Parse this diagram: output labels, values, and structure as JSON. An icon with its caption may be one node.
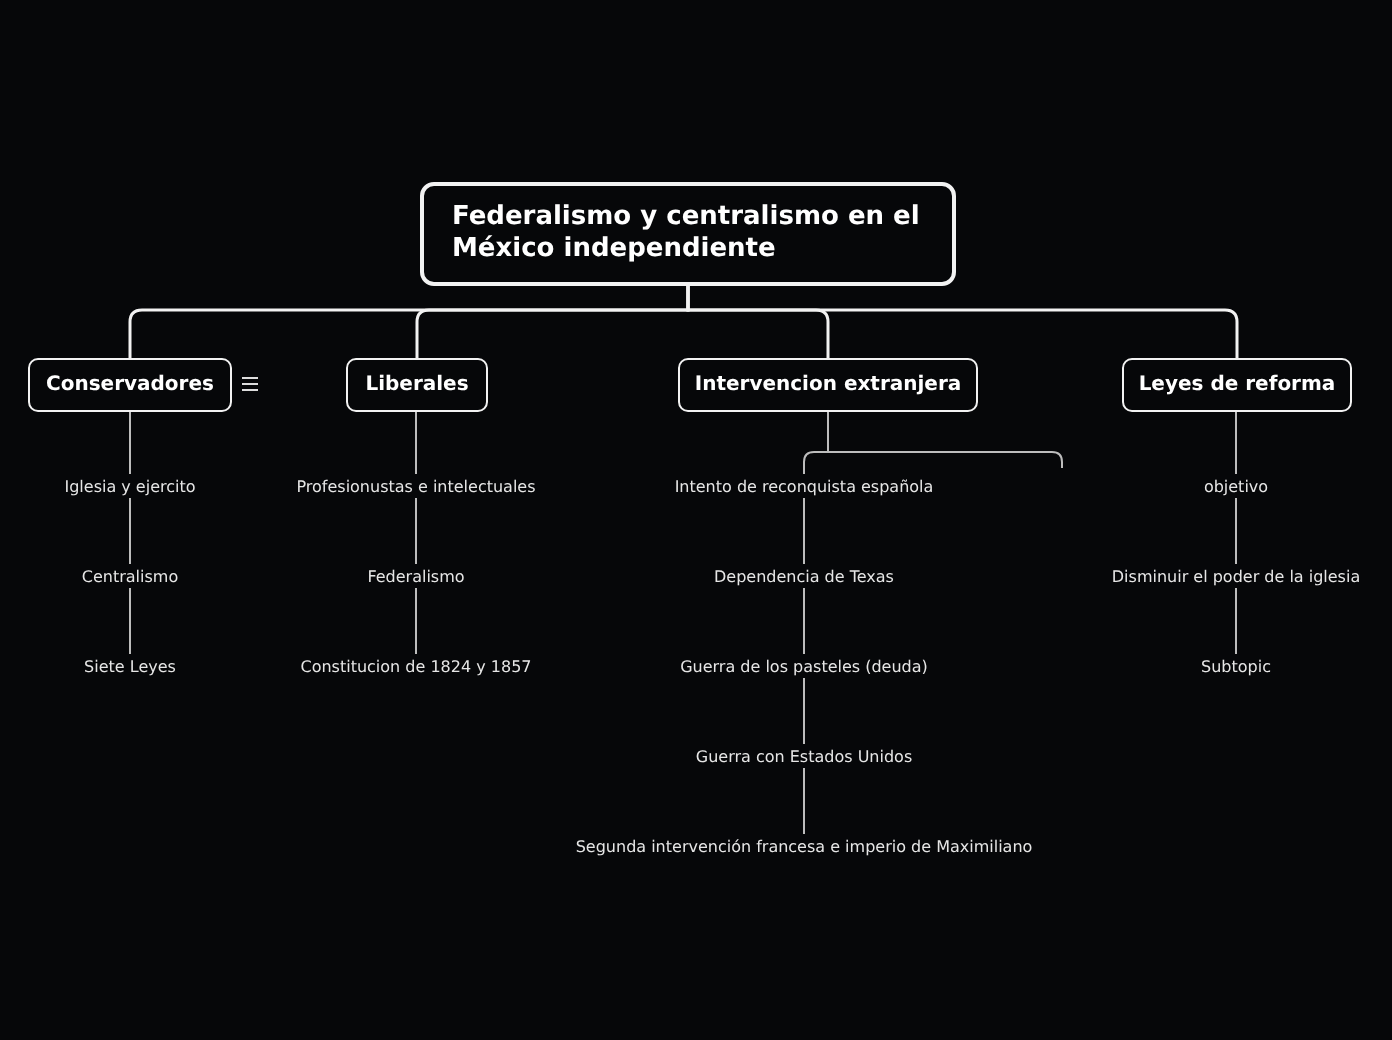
{
  "diagram": {
    "nodes": [
      {
        "text": [
          "Federalismo y centralismo en el México independiente"
        ]
      },
      {
        "text": [
          "Conservadores"
        ]
      },
      {
        "text": [
          "Liberales"
        ]
      },
      {
        "text": [
          "Intervencion extranjera"
        ]
      },
      {
        "text": [
          "Leyes de reforma"
        ]
      },
      {
        "text": [
          "Iglesia y ejercito"
        ]
      },
      {
        "text": [
          "Centralismo"
        ]
      },
      {
        "text": [
          "Siete Leyes"
        ]
      },
      {
        "text": [
          "Profesionustas e intelectuales"
        ]
      },
      {
        "text": [
          "Federalismo"
        ]
      },
      {
        "text": [
          "Constitucion de 1824 y 1857"
        ]
      },
      {
        "text": [
          "Intento de reconquista española"
        ]
      },
      {
        "text": [
          "Dependencia de Texas"
        ]
      },
      {
        "text": [
          "Guerra de los pasteles (deuda)"
        ]
      },
      {
        "text": [
          "Guerra con Estados Unidos"
        ]
      },
      {
        "text": [
          "Segunda intervención francesa e imperio de Maximiliano"
        ]
      },
      {
        "text": [
          "objetivo"
        ]
      },
      {
        "text": [
          "Disminuir el poder de la iglesia"
        ]
      },
      {
        "text": [
          "Subtopic"
        ]
      }
    ],
    "edges": [
      {
        "from": 0,
        "to": 1,
        "arrow": "none"
      },
      {
        "from": 0,
        "to": 2,
        "arrow": "none"
      },
      {
        "from": 0,
        "to": 3,
        "arrow": "none"
      },
      {
        "from": 0,
        "to": 4,
        "arrow": "none"
      },
      {
        "from": 1,
        "to": 5,
        "arrow": "none"
      },
      {
        "from": 5,
        "to": 6,
        "arrow": "none"
      },
      {
        "from": 6,
        "to": 7,
        "arrow": "none"
      },
      {
        "from": 2,
        "to": 8,
        "arrow": "none"
      },
      {
        "from": 8,
        "to": 9,
        "arrow": "none"
      },
      {
        "from": 9,
        "to": 10,
        "arrow": "none"
      },
      {
        "from": 3,
        "to": 11,
        "arrow": "none"
      },
      {
        "from": 11,
        "to": 12,
        "arrow": "none"
      },
      {
        "from": 12,
        "to": 13,
        "arrow": "none"
      },
      {
        "from": 13,
        "to": 14,
        "arrow": "none"
      },
      {
        "from": 14,
        "to": 15,
        "arrow": "none"
      },
      {
        "from": 4,
        "to": 16,
        "arrow": "none"
      },
      {
        "from": 16,
        "to": 17,
        "arrow": "none"
      },
      {
        "from": 17,
        "to": 18,
        "arrow": "none"
      }
    ]
  }
}
